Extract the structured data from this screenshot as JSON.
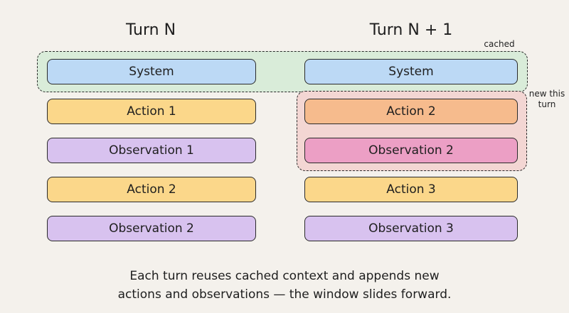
{
  "columns": {
    "left_title": "Turn N",
    "right_title": "Turn N + 1"
  },
  "annotations": {
    "cached": "cached",
    "new_this_turn": "new this turn"
  },
  "left_stack": [
    "System",
    "Action 1",
    "Observation 1",
    "Action 2",
    "Observation 2"
  ],
  "right_stack": [
    "System",
    "Action 2",
    "Observation 2",
    "Action 3",
    "Observation 3"
  ],
  "caption": {
    "line1": "Each turn reuses cached context and appends new",
    "line2": "actions and observations — the window slides forward."
  },
  "colors": {
    "background": "#f4f1ec",
    "system": "#bcd9f5",
    "action": "#fbd78a",
    "action_new": "#f6bb8d",
    "observation": "#d8c2ef",
    "observation_new": "#ec9fc5",
    "cached_region": "#d9ecd9",
    "new_region": "#f3d6d3"
  }
}
